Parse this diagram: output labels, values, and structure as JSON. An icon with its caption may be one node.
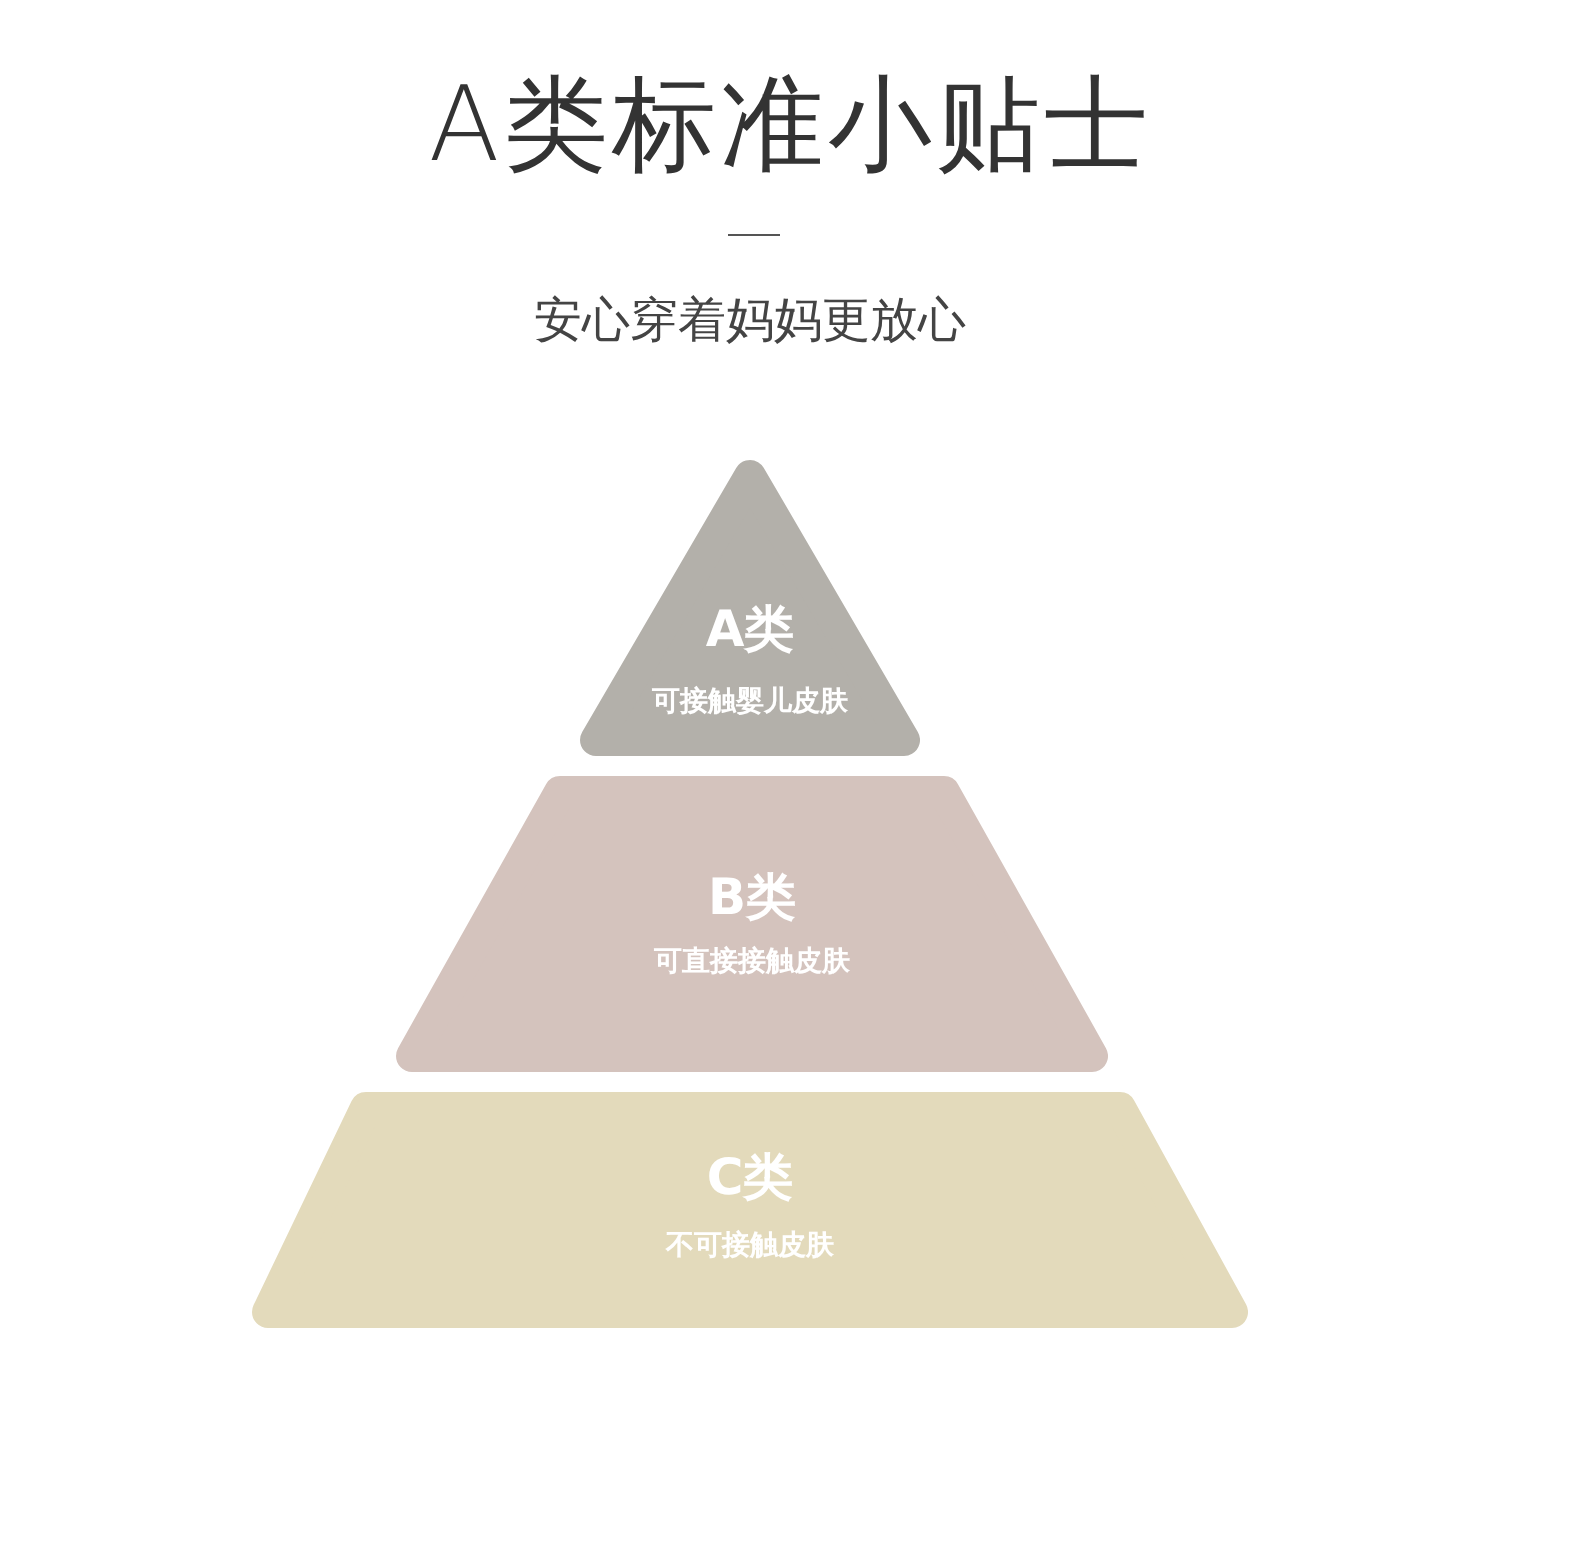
{
  "diagram": {
    "title": "A类标准小贴士",
    "nodes": [
      {
        "text": [
          "A类",
          "可接触婴儿皮肤"
        ]
      },
      {
        "text": [
          "B类",
          "可直接接触皮肤"
        ]
      },
      {
        "text": [
          "C类",
          "不可接触皮肤"
        ]
      }
    ],
    "labels": [
      "安心穿着妈妈更放心"
    ]
  }
}
